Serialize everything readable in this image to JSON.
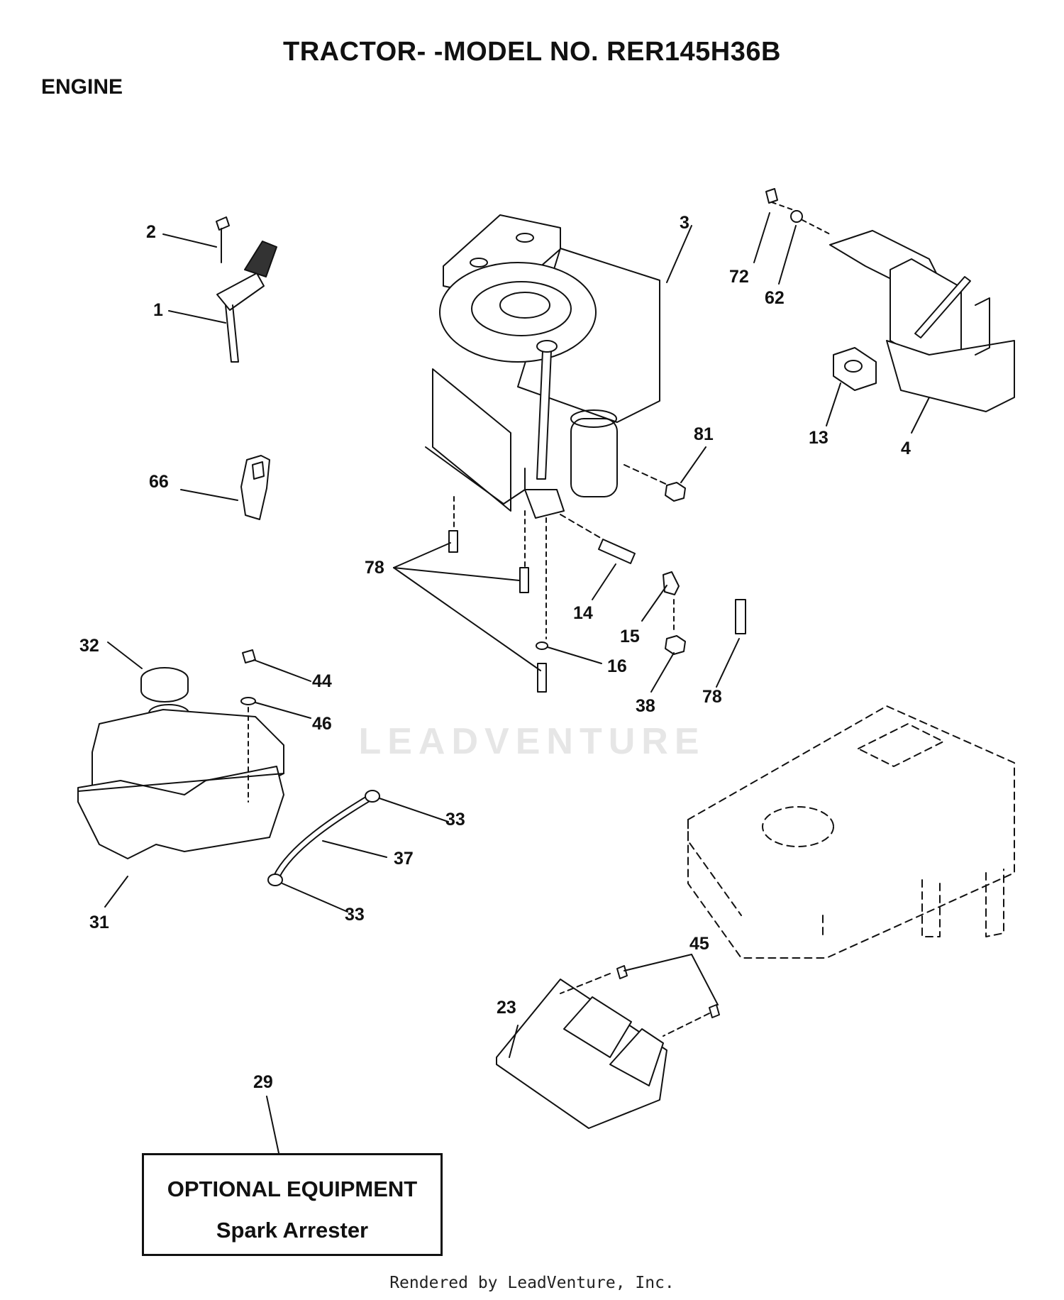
{
  "title": "TRACTOR- -MODEL NO. RER145H36B",
  "section": "ENGINE",
  "watermark": "LEADVENTURE",
  "optional_box": {
    "title": "OPTIONAL EQUIPMENT",
    "item": "Spark Arrester"
  },
  "footer": "Rendered by LeadVenture, Inc.",
  "callouts": {
    "c1": "1",
    "c2": "2",
    "c3": "3",
    "c4": "4",
    "c13": "13",
    "c14": "14",
    "c15": "15",
    "c16": "16",
    "c23": "23",
    "c29": "29",
    "c31": "31",
    "c32": "32",
    "c33a": "33",
    "c33b": "33",
    "c37": "37",
    "c38": "38",
    "c44": "44",
    "c45": "45",
    "c46": "46",
    "c62": "62",
    "c66": "66",
    "c72": "72",
    "c78a": "78",
    "c78b": "78",
    "c81": "81"
  }
}
